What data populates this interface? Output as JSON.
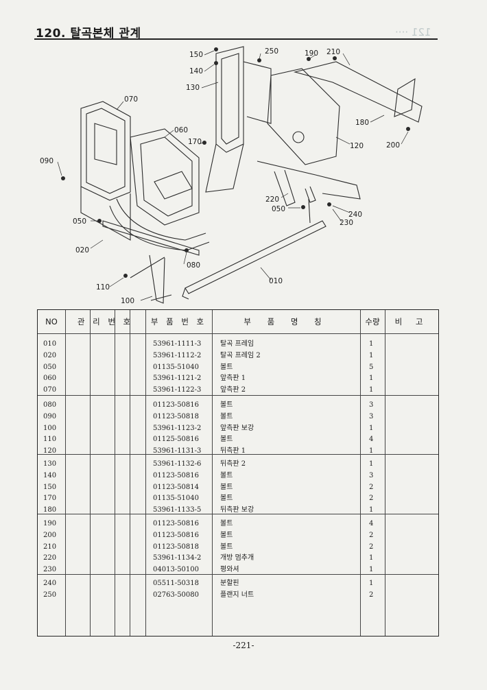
{
  "page": {
    "title": "120. 탈곡본체 관계",
    "page_number": "-221-"
  },
  "diagram": {
    "callouts": [
      "150",
      "140",
      "130",
      "250",
      "190",
      "210",
      "070",
      "060",
      "170",
      "090",
      "050",
      "020",
      "110",
      "100",
      "080",
      "010",
      "220",
      "050",
      "240",
      "230",
      "180",
      "120",
      "200"
    ]
  },
  "table": {
    "headers": {
      "no": "NO",
      "mgmt_no": "관 리 번 호",
      "part_no": "부 품 번 호",
      "part_name": "부 품 명 칭",
      "qty": "수량",
      "remarks": "비 고"
    },
    "groups": [
      [
        {
          "no": "010",
          "part_no": "53961-1111-3",
          "name": "탈곡 프레임",
          "qty": "1"
        },
        {
          "no": "020",
          "part_no": "53961-1112-2",
          "name": "탈곡 프레임 2",
          "qty": "1"
        },
        {
          "no": "050",
          "part_no": "01135-51040",
          "name": "볼트",
          "qty": "5"
        },
        {
          "no": "060",
          "part_no": "53961-1121-2",
          "name": "앞측판 1",
          "qty": "1"
        },
        {
          "no": "070",
          "part_no": "53961-1122-3",
          "name": "앞측판 2",
          "qty": "1"
        }
      ],
      [
        {
          "no": "080",
          "part_no": "01123-50816",
          "name": "볼트",
          "qty": "3"
        },
        {
          "no": "090",
          "part_no": "01123-50818",
          "name": "볼트",
          "qty": "3"
        },
        {
          "no": "100",
          "part_no": "53961-1123-2",
          "name": "앞측판 보강",
          "qty": "1"
        },
        {
          "no": "110",
          "part_no": "01125-50816",
          "name": "볼트",
          "qty": "4"
        },
        {
          "no": "120",
          "part_no": "53961-1131-3",
          "name": "뒤측판 1",
          "qty": "1"
        }
      ],
      [
        {
          "no": "130",
          "part_no": "53961-1132-6",
          "name": "뒤측판 2",
          "qty": "1"
        },
        {
          "no": "140",
          "part_no": "01123-50816",
          "name": "볼트",
          "qty": "3"
        },
        {
          "no": "150",
          "part_no": "01123-50814",
          "name": "볼트",
          "qty": "2"
        },
        {
          "no": "170",
          "part_no": "01135-51040",
          "name": "볼트",
          "qty": "2"
        },
        {
          "no": "180",
          "part_no": "53961-1133-5",
          "name": "뒤측판 보강",
          "qty": "1"
        }
      ],
      [
        {
          "no": "190",
          "part_no": "01123-50816",
          "name": "볼트",
          "qty": "4"
        },
        {
          "no": "200",
          "part_no": "01123-50816",
          "name": "볼트",
          "qty": "2"
        },
        {
          "no": "210",
          "part_no": "01123-50818",
          "name": "볼트",
          "qty": "2"
        },
        {
          "no": "220",
          "part_no": "53961-1134-2",
          "name": "개방 멈추개",
          "qty": "1"
        },
        {
          "no": "230",
          "part_no": "04013-50100",
          "name": "평와셔",
          "qty": "1"
        }
      ],
      [
        {
          "no": "240",
          "part_no": "05511-50318",
          "name": "분할핀",
          "qty": "1"
        },
        {
          "no": "250",
          "part_no": "02763-50080",
          "name": "플랜지 너트",
          "qty": "2"
        }
      ]
    ]
  }
}
